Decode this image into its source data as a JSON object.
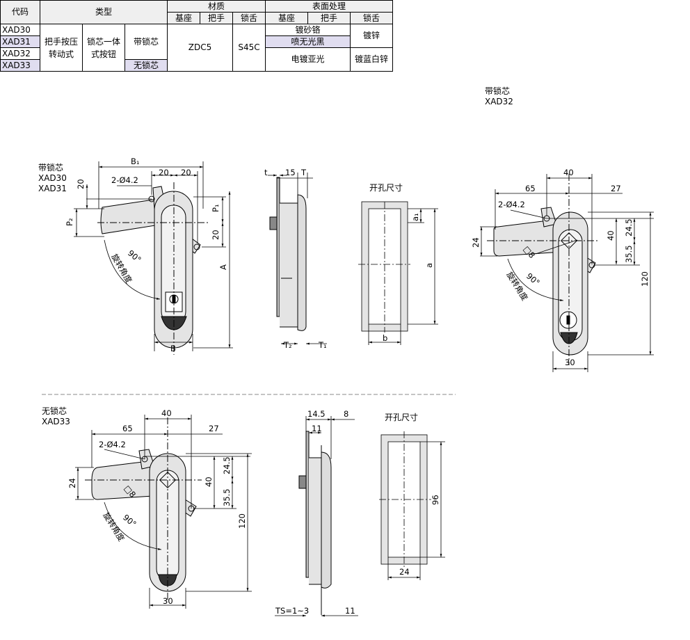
{
  "table": {
    "header": {
      "code": "代码",
      "type": "类型",
      "material": "材质",
      "surface": "表面处理"
    },
    "subheader": {
      "base": "基座",
      "handle": "把手",
      "tongue": "锁舌",
      "s_base": "基座",
      "s_handle": "把手",
      "s_tongue": "锁舌"
    },
    "codes": [
      "XAD30",
      "XAD31",
      "XAD32",
      "XAD33"
    ],
    "type_main": "把手按压\n转动式",
    "type_sub": "锁芯一体\n式按钮",
    "with_lock": "带锁芯",
    "without_lock": "无锁芯",
    "material_base_handle": "ZDC5",
    "material_tongue": "S45C",
    "surface_1": "镀砂铬",
    "surface_2": "喷无光黑",
    "surface_3": "电镀亚光",
    "tongue_1": "镀锌",
    "tongue_2": "镀蓝白锌"
  },
  "labels": {
    "with_lock_32": "带锁芯\nXAD32",
    "with_lock_30_31": "带锁芯\nXAD30\nXAD31",
    "without_lock_33": "无锁芯\nXAD33",
    "cutout_1": "开孔尺寸",
    "cutout_2": "开孔尺寸"
  },
  "dims": {
    "b1": "B₁",
    "d20a": "20",
    "d20b": "20",
    "d20c": "20",
    "d20d": "20",
    "hole1": "2-Ø4.2",
    "p1": "P₁",
    "p2": "P₂",
    "a": "A",
    "b": "B",
    "rot1": "旋转角度",
    "deg1": "90°",
    "t": "t",
    "d15": "15",
    "tt": "T",
    "t2": "T₂",
    "t1": "T₁",
    "a1": "a₁",
    "a_small": "a",
    "b_small": "b",
    "r40": "40",
    "r65": "65",
    "r27": "27",
    "rhole": "2-Ø4.2",
    "r24": "24",
    "r245": "24.5",
    "r40v": "40",
    "r355": "35.5",
    "r120": "120",
    "r30": "30",
    "rsq": "□8",
    "rdeg": "90°",
    "rrot": "旋转角度",
    "l40": "40",
    "l65": "65",
    "l27": "27",
    "lhole": "2-Ø4.2",
    "l24": "24",
    "l245": "24.5",
    "l40v": "40",
    "l355": "35.5",
    "l120": "120",
    "l30": "30",
    "lsq": "□8",
    "ldeg": "90°",
    "lrot": "旋转角度",
    "s145": "14.5",
    "s8": "8",
    "s11": "11",
    "ts": "TS=1~3",
    "s11b": "11",
    "c96": "96",
    "c24": "24"
  }
}
